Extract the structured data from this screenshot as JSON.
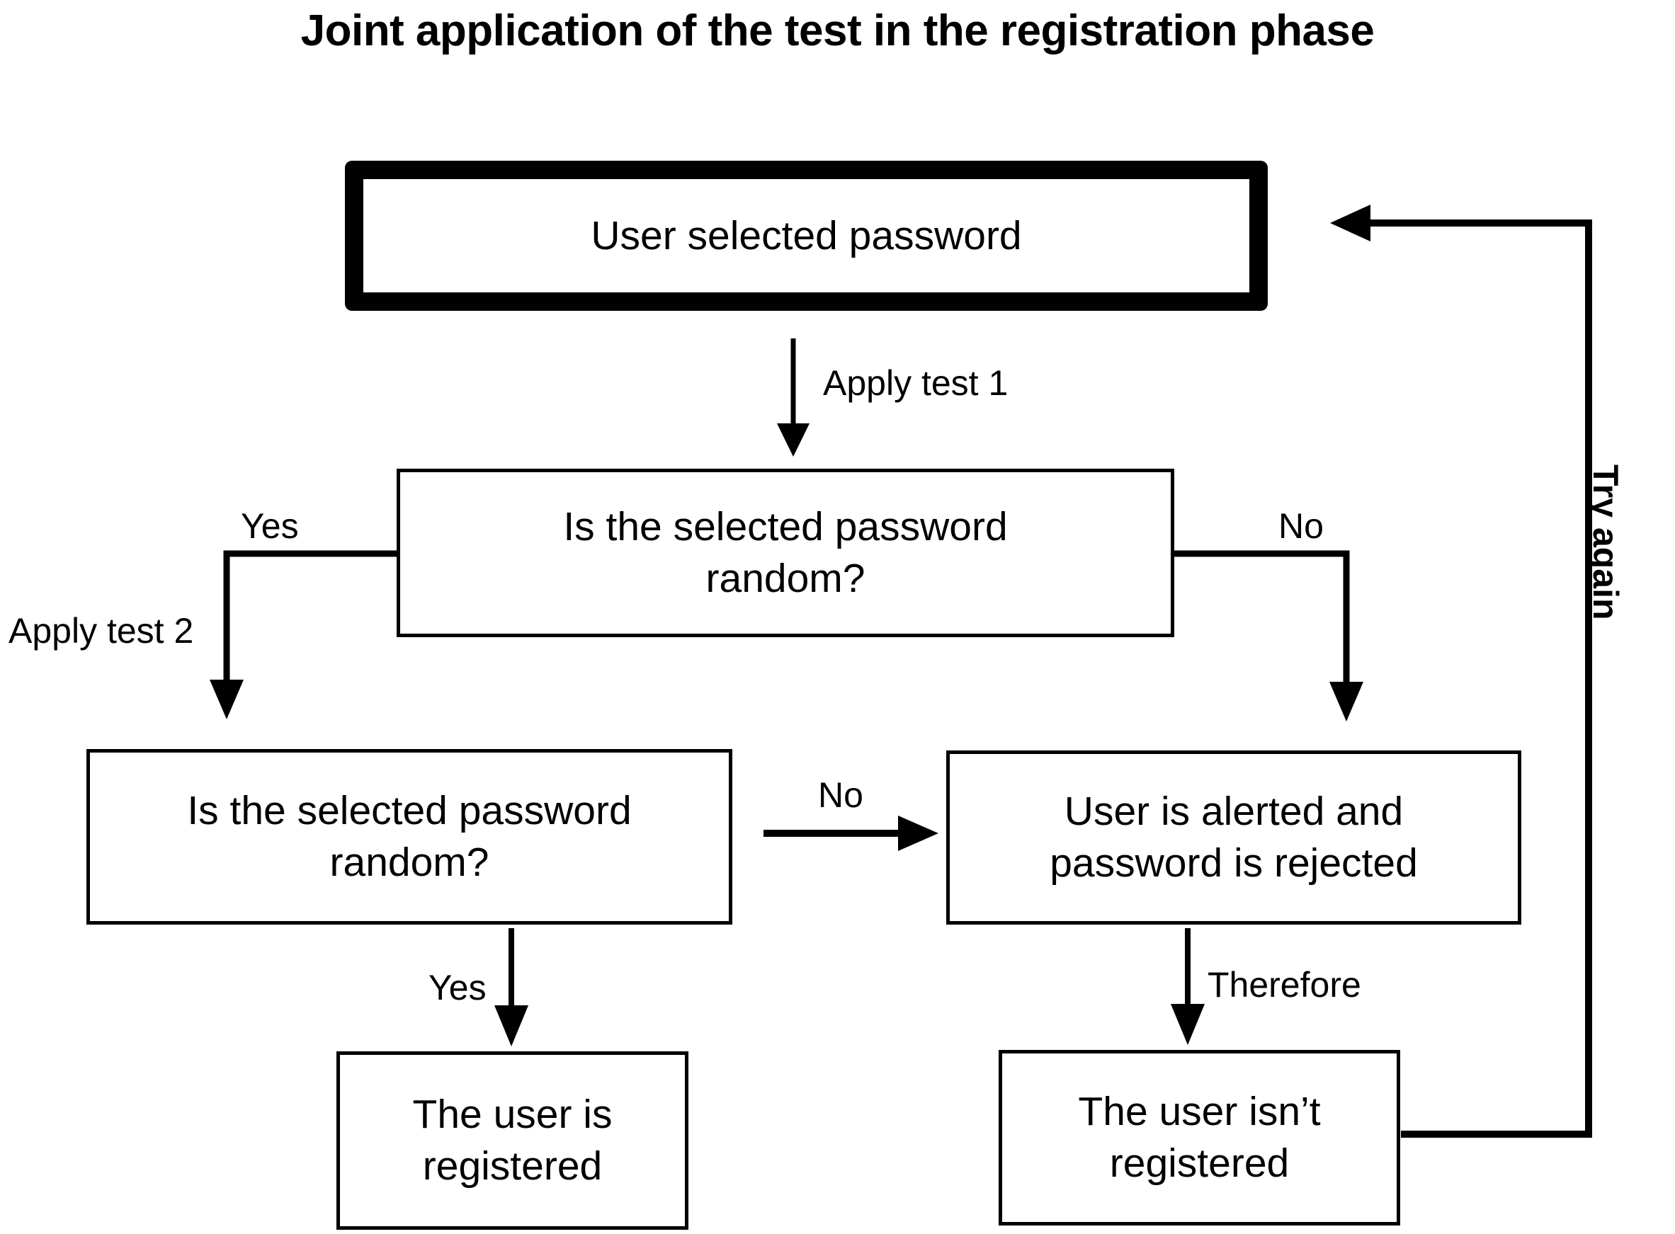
{
  "title": "Joint application of the test in the registration phase",
  "colors": {
    "stroke": "#000000",
    "background": "#ffffff",
    "text": "#000000"
  },
  "chart_data": {
    "type": "diagram",
    "diagram_type": "flowchart",
    "title": "Joint application of the test in the registration phase",
    "orientation": "top-to-bottom",
    "nodes": [
      {
        "id": "start",
        "label": "User selected password",
        "shape": "rounded-rect",
        "emphasis": "thick-border"
      },
      {
        "id": "test1-q",
        "label": "Is the selected password\nrandom?",
        "shape": "rect"
      },
      {
        "id": "test2-q",
        "label": "Is the selected password\nrandom?",
        "shape": "rect"
      },
      {
        "id": "alert",
        "label": "User is alerted and\npassword is rejected",
        "shape": "rect"
      },
      {
        "id": "registered",
        "label": "The user is\nregistered",
        "shape": "rect"
      },
      {
        "id": "unregistered",
        "label": "The user isn’t\nregistered",
        "shape": "rect"
      }
    ],
    "edges": [
      {
        "from": "start",
        "to": "test1-q",
        "label": "Apply test 1"
      },
      {
        "from": "test1-q",
        "to": "test2-q",
        "label": "Yes",
        "secondary_label": "Apply test 2"
      },
      {
        "from": "test1-q",
        "to": "alert",
        "label": "No"
      },
      {
        "from": "test2-q",
        "to": "alert",
        "label": "No"
      },
      {
        "from": "test2-q",
        "to": "registered",
        "label": "Yes"
      },
      {
        "from": "alert",
        "to": "unregistered",
        "label": "Therefore"
      },
      {
        "from": "unregistered",
        "to": "start",
        "label": "Try again"
      }
    ]
  },
  "nodes": {
    "start": {
      "label": "User selected password"
    },
    "test1_q": {
      "label": "Is the selected password\nrandom?"
    },
    "test2_q": {
      "label": "Is the selected password\nrandom?"
    },
    "alert": {
      "label": "User is alerted and\npassword is rejected"
    },
    "registered": {
      "label": "The user is\nregistered"
    },
    "unregistered": {
      "label": "The user isn’t\nregistered"
    }
  },
  "edge_labels": {
    "apply_test_1": "Apply test 1",
    "apply_test_2": "Apply test 2",
    "yes_test1": "Yes",
    "no_test1": "No",
    "no_test2": "No",
    "yes_test2": "Yes",
    "therefore": "Therefore",
    "try_again": "Try again"
  }
}
